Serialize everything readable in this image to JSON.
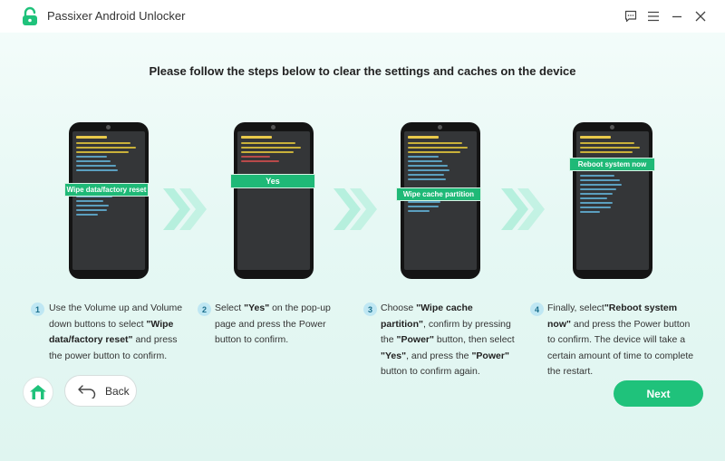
{
  "app": {
    "title": "Passixer Android Unlocker"
  },
  "heading": "Please follow the steps below to clear the settings and caches on the device",
  "phones": [
    {
      "banner": "Wipe data/factory reset"
    },
    {
      "banner": "Yes"
    },
    {
      "banner": "Wipe cache partition"
    },
    {
      "banner": "Reboot system now"
    }
  ],
  "steps": [
    {
      "num": "1",
      "parts": [
        "Use the Volume up and Volume down buttons to select ",
        "\"Wipe data/factory reset\"",
        " and press the power button to confirm."
      ]
    },
    {
      "num": "2",
      "parts": [
        "Select ",
        "\"Yes\"",
        " on the pop-up page and press the Power button to confirm."
      ]
    },
    {
      "num": "3",
      "parts": [
        "Choose ",
        "\"Wipe cache partition\"",
        ", confirm by pressing the ",
        "\"Power\"",
        " button, then select ",
        "\"Yes\"",
        ", and press the ",
        "\"Power\"",
        " button to confirm again."
      ]
    },
    {
      "num": "4",
      "parts": [
        "Finally, select",
        "\"Reboot system now\"",
        " and press the Power button to confirm. The device will take a certain amount of time to complete the restart."
      ]
    }
  ],
  "buttons": {
    "back": "Back",
    "next": "Next"
  },
  "icons": {
    "logo": "unlock-icon",
    "feedback": "feedback-icon",
    "menu": "menu-icon",
    "minimize": "minimize-icon",
    "close": "close-icon",
    "home": "home-icon",
    "back": "back-arrow-icon"
  },
  "colors": {
    "accent": "#1fc27b",
    "banner": "#1fb977",
    "step_badge": "#bfe7f3"
  }
}
